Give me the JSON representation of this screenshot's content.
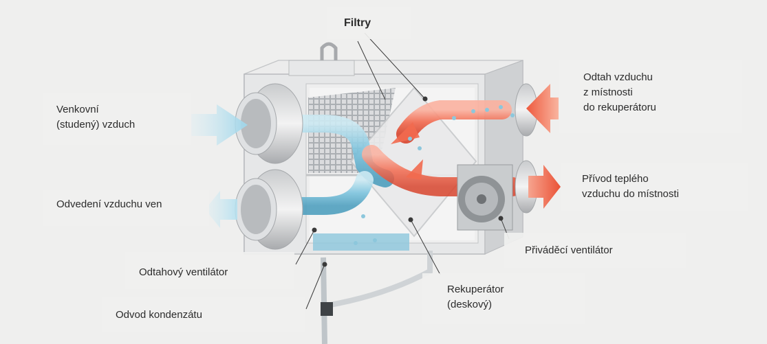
{
  "labels": {
    "filtry": "Filtry",
    "venkovni": [
      "Venkovní",
      "(studený) vzduch"
    ],
    "odvedeni": "Odvedení vzduchu ven",
    "odtahovy": "Odtahový ventilátor",
    "odvod": "Odvod kondenzátu",
    "odtah": [
      "Odtah vzduchu",
      "z místnosti",
      "do rekuperátoru"
    ],
    "privod": [
      "Přívod teplého",
      "vzduchu do místnosti"
    ],
    "privadeci": "Přiváděcí ventilátor",
    "rekuperator": [
      "Rekuperátor",
      "(deskový)"
    ]
  },
  "colors": {
    "cold": "#8fd0e6",
    "warm": "#f26a4f",
    "housing": "#e3e4e5",
    "water": "#8cc7dc"
  }
}
